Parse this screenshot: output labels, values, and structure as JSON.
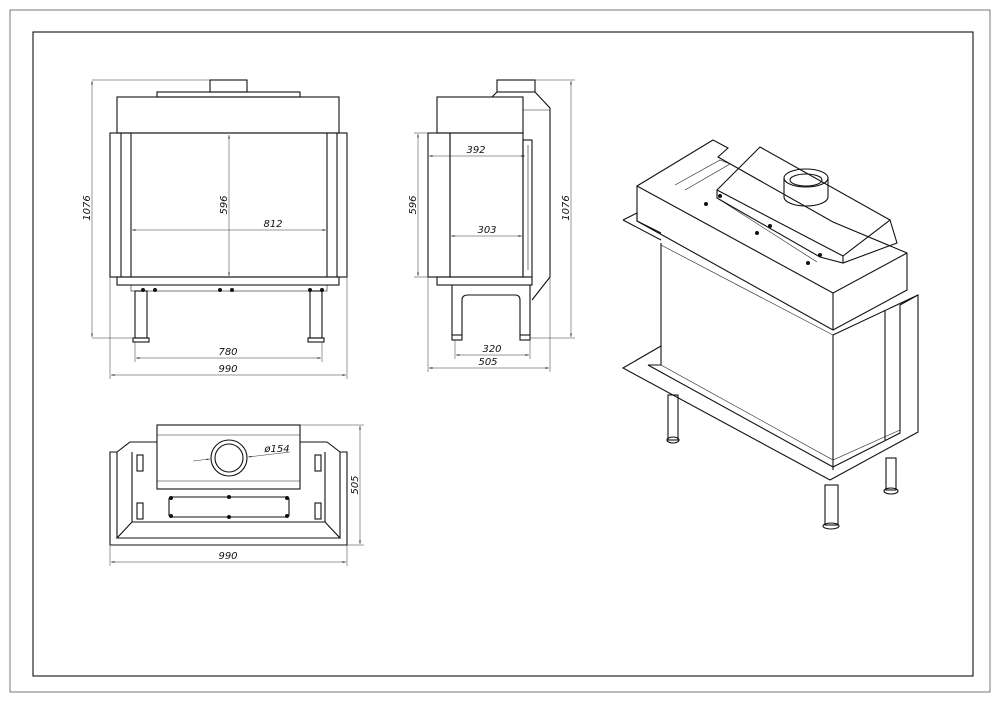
{
  "drawing": {
    "front_view": {
      "height_total": "1076",
      "glass_height": "596",
      "glass_width": "812",
      "leg_spacing": "780",
      "width_total": "990"
    },
    "side_view": {
      "glass_height": "596",
      "height_total": "1076",
      "depth_upper": "392",
      "depth_glass": "303",
      "leg_spacing": "320",
      "depth_total": "505"
    },
    "top_view": {
      "flue_diameter": "ø154",
      "depth_total": "505",
      "width_total": "990"
    },
    "colors": {
      "line": "#111111",
      "background": "#ffffff"
    }
  }
}
